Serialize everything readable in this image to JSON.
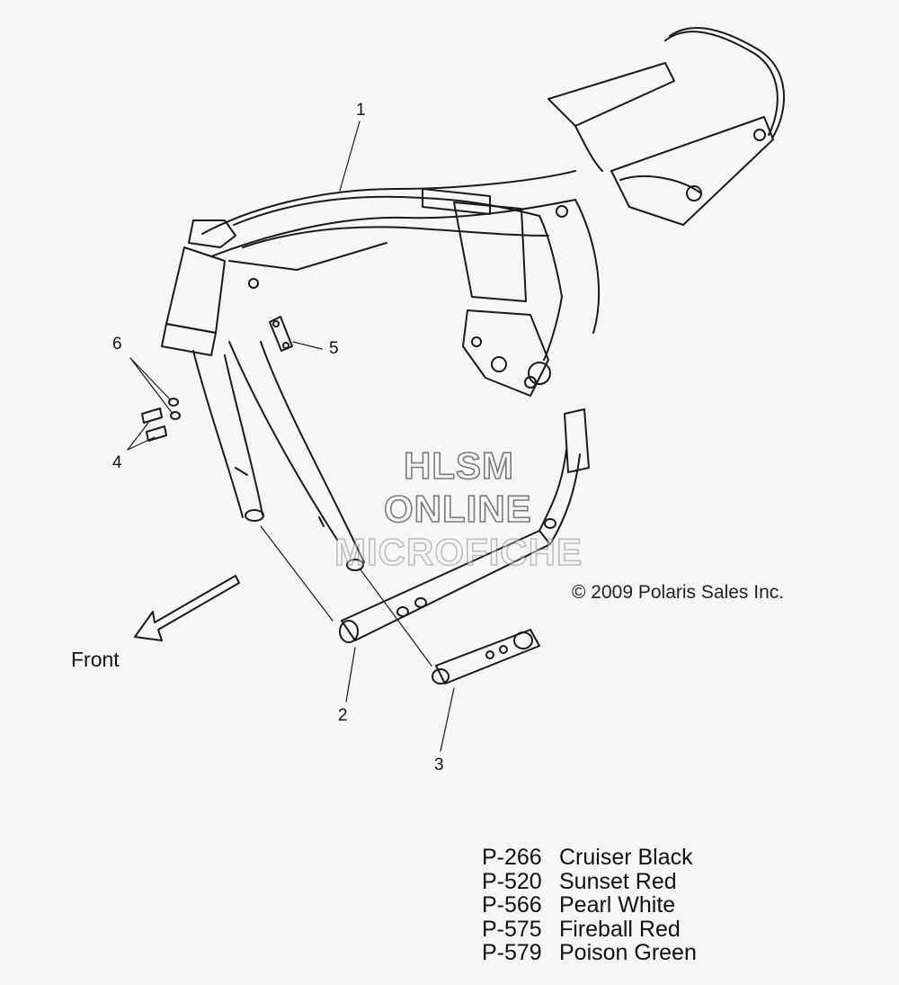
{
  "callouts": {
    "c1": "1",
    "c2": "2",
    "c3": "3",
    "c4": "4",
    "c5": "5",
    "c6": "6"
  },
  "front_label": "Front",
  "copyright": "© 2009 Polaris Sales Inc.",
  "watermark": {
    "line1": "HLSM",
    "line2": "ONLINE",
    "line3": "MICROFICHE"
  },
  "paint_codes": [
    {
      "code": "P-266",
      "name": "Cruiser Black"
    },
    {
      "code": "P-520",
      "name": "Sunset Red"
    },
    {
      "code": "P-566",
      "name": "Pearl White"
    },
    {
      "code": "P-575",
      "name": "Fireball Red"
    },
    {
      "code": "P-579",
      "name": "Poison Green"
    }
  ]
}
